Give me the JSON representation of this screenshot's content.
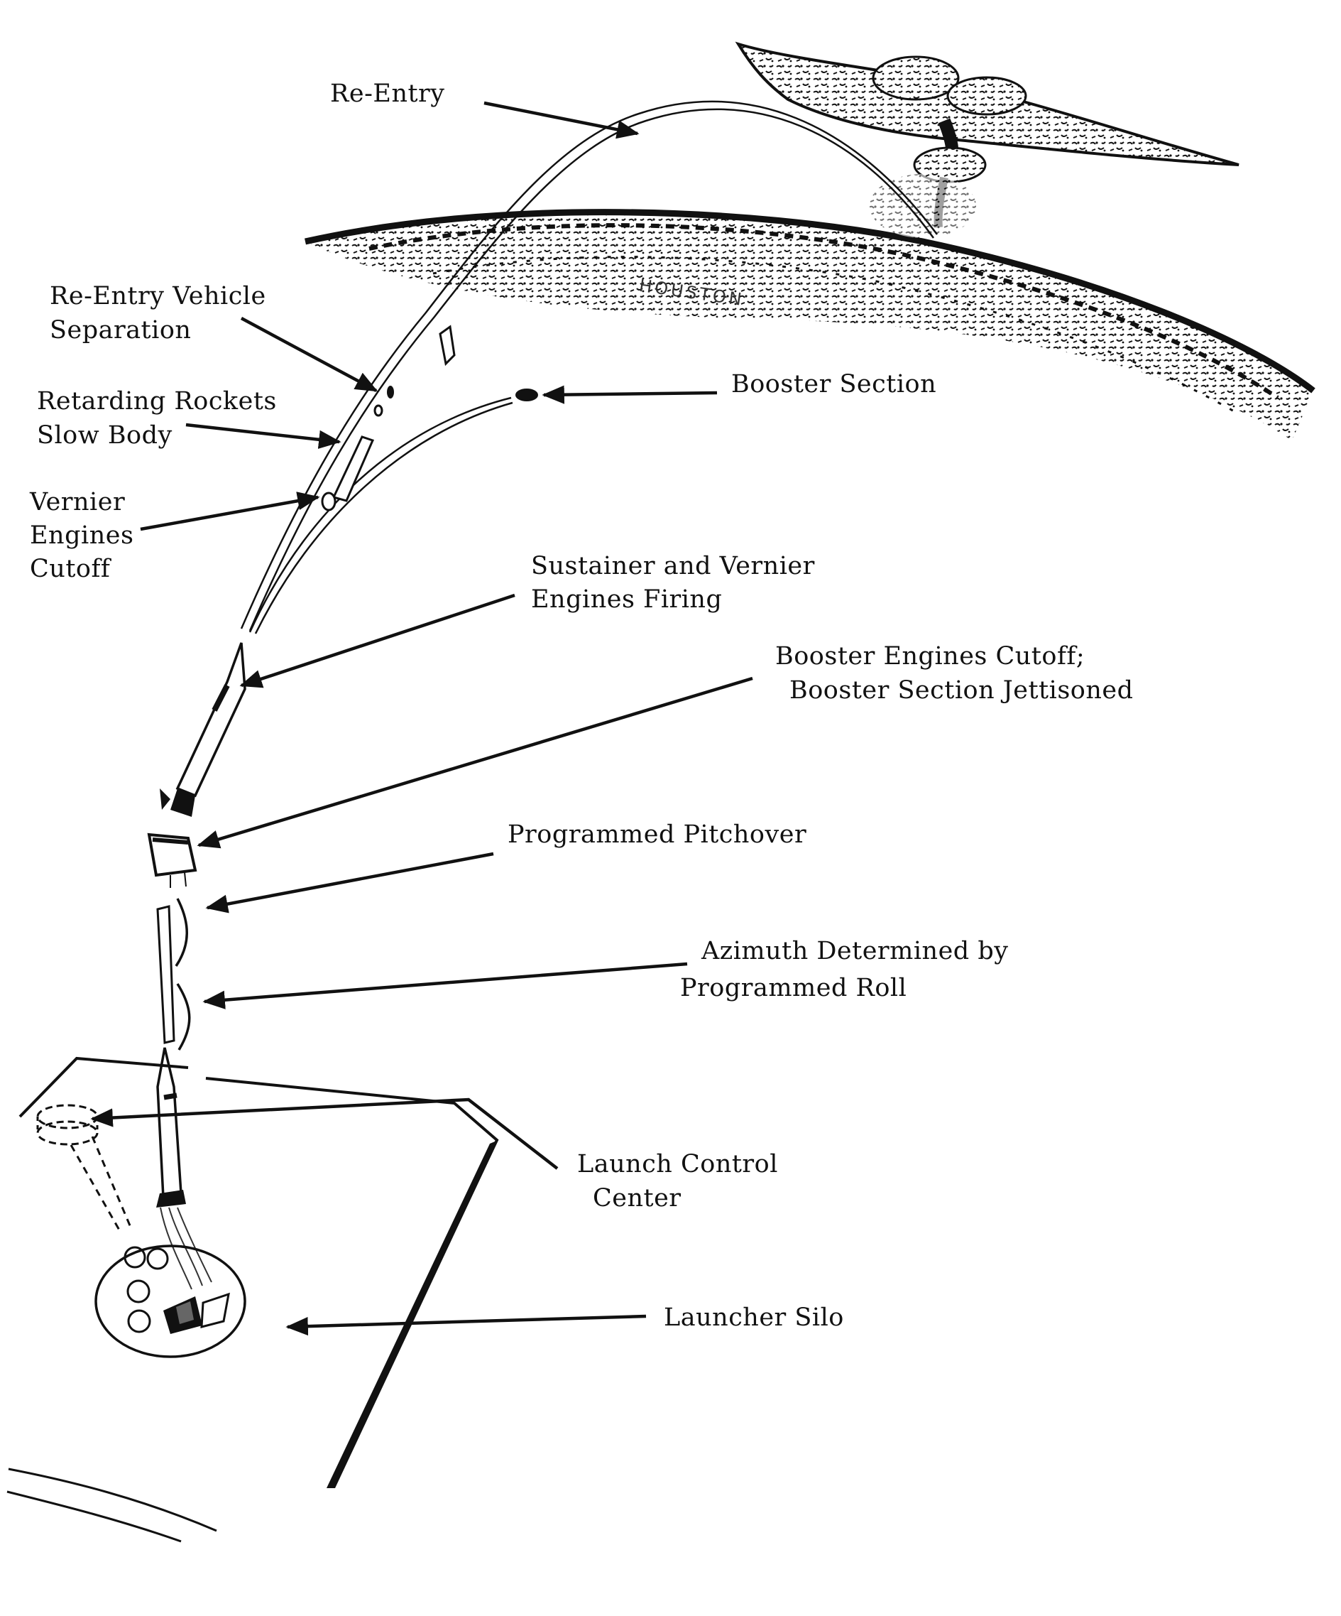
{
  "labels": {
    "re_entry": "Re-Entry",
    "rv_separation_1": "Re-Entry Vehicle",
    "rv_separation_2": "Separation",
    "retarding_1": "Retarding Rockets",
    "retarding_2": "Slow Body",
    "vernier_cutoff_1": "Vernier",
    "vernier_cutoff_2": "Engines",
    "vernier_cutoff_3": "Cutoff",
    "booster_section": "Booster Section",
    "sustainer_1": "Sustainer and Vernier",
    "sustainer_2": "Engines Firing",
    "booster_cutoff_1": "Booster Engines Cutoff;",
    "booster_cutoff_2": "Booster Section Jettisoned",
    "pitchover": "Programmed Pitchover",
    "azimuth_1": "Azimuth Determined by",
    "azimuth_2": "Programmed Roll",
    "launch_control_1": "Launch Control",
    "launch_control_2": "Center",
    "launcher_silo": "Launcher Silo",
    "target_city": "HOUSTON"
  },
  "icons": {
    "missile": "missile-icon",
    "mushroom_cloud": "mushroom-cloud-icon",
    "silo": "silo-icon",
    "earth_horizon": "earth-horizon-icon"
  },
  "colors": {
    "ink": "#111111",
    "paper": "#ffffff"
  }
}
